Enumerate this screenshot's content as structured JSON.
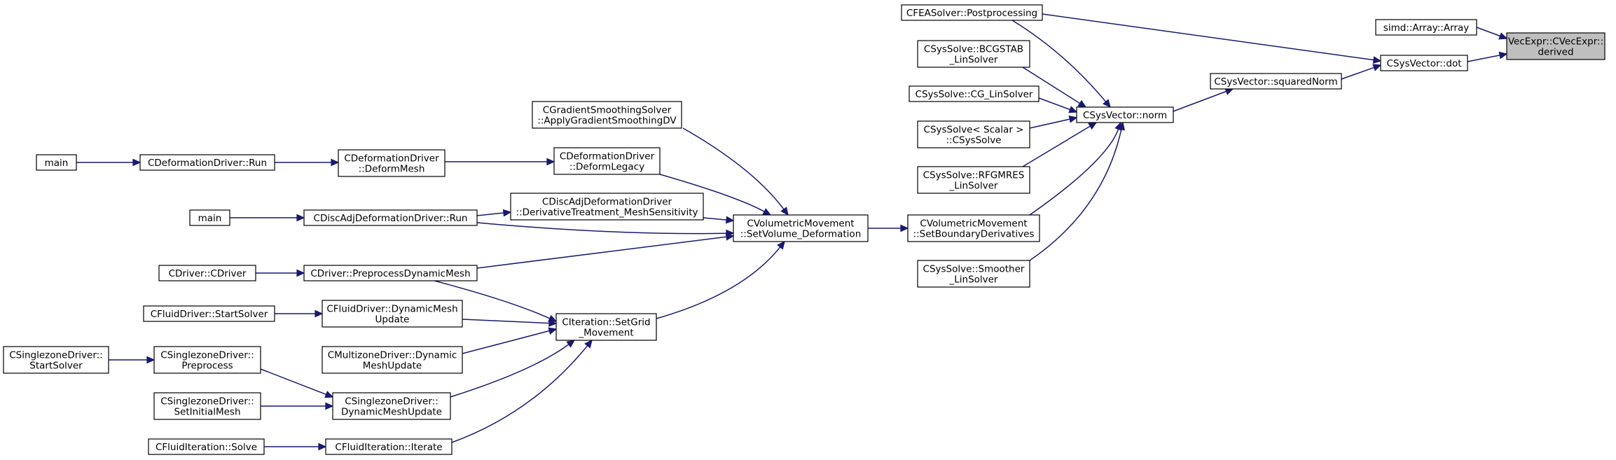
{
  "graph": {
    "colors": {
      "edge": "#191970",
      "node_border": "#000000",
      "node_fill": "#ffffff",
      "current_fill": "#bfbfbf"
    },
    "nodes": [
      {
        "id": "derived",
        "lines": [
          "VecExpr::CVecExpr::",
          "derived"
        ],
        "current": true
      },
      {
        "id": "simd_array",
        "lines": [
          "simd::Array::Array"
        ]
      },
      {
        "id": "dot",
        "lines": [
          "CSysVector::dot"
        ]
      },
      {
        "id": "squaredNorm",
        "lines": [
          "CSysVector::squaredNorm"
        ]
      },
      {
        "id": "norm",
        "lines": [
          "CSysVector::norm"
        ]
      },
      {
        "id": "fea_post",
        "lines": [
          "CFEASolver::Postprocessing"
        ]
      },
      {
        "id": "bcgstab",
        "lines": [
          "CSysSolve::BCGSTAB",
          "_LinSolver"
        ]
      },
      {
        "id": "cg",
        "lines": [
          "CSysSolve::CG_LinSolver"
        ]
      },
      {
        "id": "csyssolve",
        "lines": [
          "CSysSolve< Scalar >",
          "::CSysSolve"
        ]
      },
      {
        "id": "rfgmres",
        "lines": [
          "CSysSolve::RFGMRES",
          "_LinSolver"
        ]
      },
      {
        "id": "setbd",
        "lines": [
          "CVolumetricMovement",
          "::SetBoundaryDerivatives"
        ]
      },
      {
        "id": "smoother",
        "lines": [
          "CSysSolve::Smoother",
          "_LinSolver"
        ]
      },
      {
        "id": "setvol",
        "lines": [
          "CVolumetricMovement",
          "::SetVolume_Deformation"
        ]
      },
      {
        "id": "gradsmooth",
        "lines": [
          "CGradientSmoothingSolver",
          "::ApplyGradientSmoothingDV"
        ]
      },
      {
        "id": "deflegacy",
        "lines": [
          "CDeformationDriver",
          "::DeformLegacy"
        ]
      },
      {
        "id": "discadj_dt",
        "lines": [
          "CDiscAdjDeformationDriver",
          "::DerivativeTreatment_MeshSensitivity"
        ]
      },
      {
        "id": "preprocdyn",
        "lines": [
          "CDriver::PreprocessDynamicMesh"
        ]
      },
      {
        "id": "setgrid",
        "lines": [
          "CIteration::SetGrid",
          "_Movement"
        ]
      },
      {
        "id": "defmesh",
        "lines": [
          "CDeformationDriver",
          "::DeformMesh"
        ]
      },
      {
        "id": "defrun",
        "lines": [
          "CDeformationDriver::Run"
        ]
      },
      {
        "id": "main1",
        "lines": [
          "main"
        ]
      },
      {
        "id": "discadjrun",
        "lines": [
          "CDiscAdjDeformationDriver::Run"
        ]
      },
      {
        "id": "main2",
        "lines": [
          "main"
        ]
      },
      {
        "id": "cdriver",
        "lines": [
          "CDriver::CDriver"
        ]
      },
      {
        "id": "fluid_dyn",
        "lines": [
          "CFluidDriver::DynamicMesh",
          "Update"
        ]
      },
      {
        "id": "fluid_start",
        "lines": [
          "CFluidDriver::StartSolver"
        ]
      },
      {
        "id": "multi_dyn",
        "lines": [
          "CMultizoneDriver::Dynamic",
          "MeshUpdate"
        ]
      },
      {
        "id": "single_dyn",
        "lines": [
          "CSinglezoneDriver::",
          "DynamicMeshUpdate"
        ]
      },
      {
        "id": "single_pre",
        "lines": [
          "CSinglezoneDriver::",
          "Preprocess"
        ]
      },
      {
        "id": "single_start",
        "lines": [
          "CSinglezoneDriver::",
          "StartSolver"
        ]
      },
      {
        "id": "single_init",
        "lines": [
          "CSinglezoneDriver::",
          "SetInitialMesh"
        ]
      },
      {
        "id": "fit_iter",
        "lines": [
          "CFluidIteration::Iterate"
        ]
      },
      {
        "id": "fit_solve",
        "lines": [
          "CFluidIteration::Solve"
        ]
      }
    ],
    "edges": [
      {
        "from": "simd_array",
        "to": "derived"
      },
      {
        "from": "dot",
        "to": "derived"
      },
      {
        "from": "squaredNorm",
        "to": "dot"
      },
      {
        "from": "fea_post",
        "to": "dot"
      },
      {
        "from": "norm",
        "to": "squaredNorm"
      },
      {
        "from": "fea_post",
        "to": "norm"
      },
      {
        "from": "bcgstab",
        "to": "norm"
      },
      {
        "from": "cg",
        "to": "norm"
      },
      {
        "from": "csyssolve",
        "to": "norm"
      },
      {
        "from": "rfgmres",
        "to": "norm"
      },
      {
        "from": "setbd",
        "to": "norm"
      },
      {
        "from": "smoother",
        "to": "norm"
      },
      {
        "from": "setvol",
        "to": "setbd"
      },
      {
        "from": "gradsmooth",
        "to": "setvol"
      },
      {
        "from": "deflegacy",
        "to": "setvol"
      },
      {
        "from": "discadj_dt",
        "to": "setvol"
      },
      {
        "from": "discadjrun",
        "to": "setvol"
      },
      {
        "from": "preprocdyn",
        "to": "setvol"
      },
      {
        "from": "setgrid",
        "to": "setvol"
      },
      {
        "from": "defmesh",
        "to": "deflegacy"
      },
      {
        "from": "defrun",
        "to": "defmesh"
      },
      {
        "from": "main1",
        "to": "defrun"
      },
      {
        "from": "discadjrun",
        "to": "discadj_dt"
      },
      {
        "from": "main2",
        "to": "discadjrun"
      },
      {
        "from": "cdriver",
        "to": "preprocdyn"
      },
      {
        "from": "preprocdyn",
        "to": "setgrid"
      },
      {
        "from": "fluid_dyn",
        "to": "setgrid"
      },
      {
        "from": "multi_dyn",
        "to": "setgrid"
      },
      {
        "from": "single_dyn",
        "to": "setgrid"
      },
      {
        "from": "fit_iter",
        "to": "setgrid"
      },
      {
        "from": "fluid_start",
        "to": "fluid_dyn"
      },
      {
        "from": "single_pre",
        "to": "single_dyn"
      },
      {
        "from": "single_init",
        "to": "single_dyn"
      },
      {
        "from": "single_start",
        "to": "single_pre"
      },
      {
        "from": "fit_solve",
        "to": "fit_iter"
      }
    ]
  }
}
